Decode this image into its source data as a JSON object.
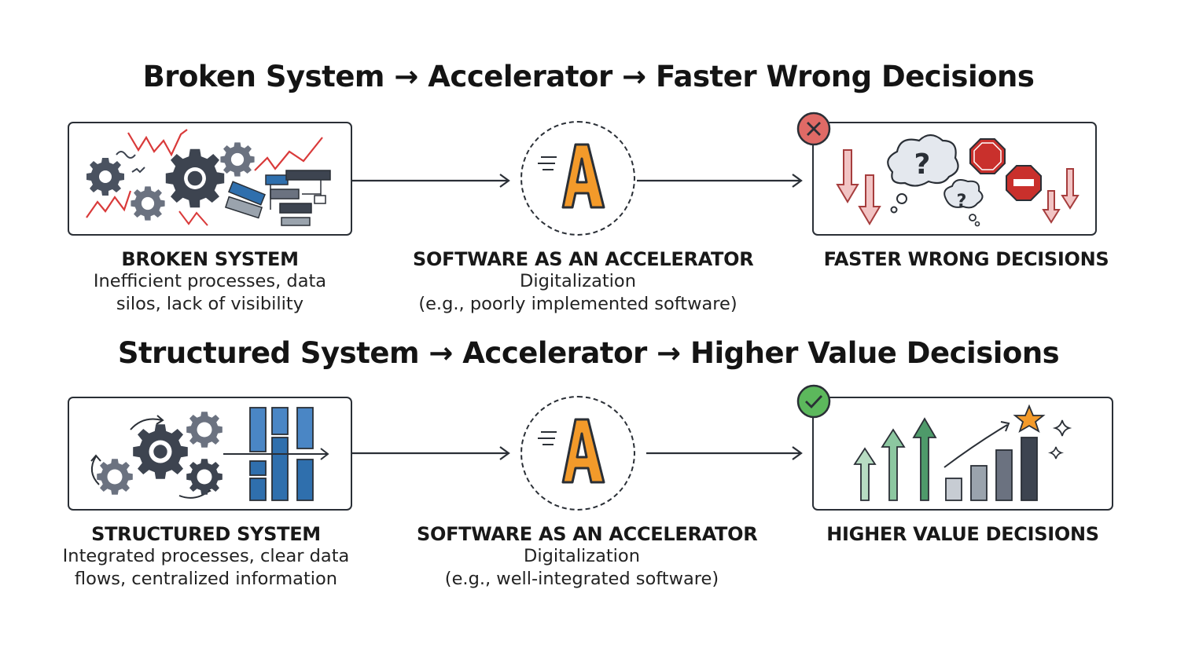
{
  "rows": [
    {
      "title": "Broken System → Accelerator → Faster Wrong Decisions",
      "left": {
        "heading": "BROKEN SYSTEM",
        "description_line1": "Inefficient processes, data",
        "description_line2": "silos, lack of visibility"
      },
      "middle": {
        "heading": "SOFTWARE AS AN ACCELERATOR",
        "description_line1": "Digitalization",
        "description_line2": "(e.g., poorly implemented software)",
        "icon_letter": "A"
      },
      "right": {
        "heading": "FASTER WRONG DECISIONS",
        "status": "error",
        "question_mark": "?"
      }
    },
    {
      "title": "Structured System → Accelerator → Higher Value Decisions",
      "left": {
        "heading": "STRUCTURED SYSTEM",
        "description_line1": "Integrated processes, clear data",
        "description_line2": "flows, centralized information"
      },
      "middle": {
        "heading": "SOFTWARE AS AN ACCELERATOR",
        "description_line1": "Digitalization",
        "description_line2": "(e.g., well-integrated software)",
        "icon_letter": "A"
      },
      "right": {
        "heading": "HIGHER VALUE DECISIONS",
        "status": "success"
      }
    }
  ],
  "colors": {
    "accent_orange": "#f39a2a",
    "error_red": "#d9534f",
    "success_green": "#5cb85c",
    "chaos_red": "#d93a3a",
    "structured_blue": "#2f6fad",
    "growth_green": "#4e9a6a",
    "outline": "#2a2f36"
  },
  "icons": {
    "broken_box": [
      "gear-icon",
      "zigzag-line-icon",
      "scattered-blocks-icon"
    ],
    "accelerator": "accelerator-a-icon",
    "wrong_box": [
      "down-arrow-icon",
      "thought-bubble-question-icon",
      "stop-sign-icon",
      "no-entry-icon"
    ],
    "structured_box": [
      "gear-icon",
      "cycle-arrow-icon",
      "data-columns-icon"
    ],
    "value_box": [
      "up-arrow-icon",
      "bar-chart-icon",
      "star-icon",
      "sparkle-icon"
    ],
    "error_badge": "x-circle-icon",
    "success_badge": "check-circle-icon"
  }
}
